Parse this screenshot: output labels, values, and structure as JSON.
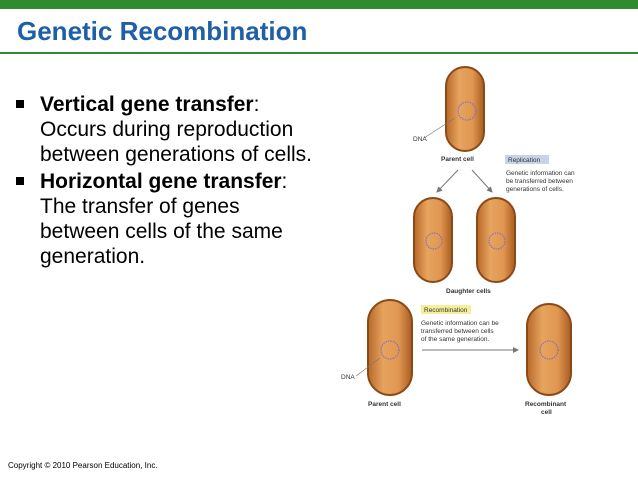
{
  "slide": {
    "title": "Genetic Recombination",
    "bullet1_bold": "Vertical gene transfer",
    "bullet1_rest": ": Occurs during reproduction between generations of cells.",
    "bullet2_bold": "Horizontal gene transfer",
    "bullet2_rest": ": The transfer of genes between cells of the same generation.",
    "footer": "Copyright © 2010 Pearson Education, Inc."
  },
  "figure": {
    "dna_label_top": "DNA",
    "parent_cell_top": "Parent cell",
    "replication_tag": "Replication",
    "replication_text_1": "Genetic information can",
    "replication_text_2": "be transferred between",
    "replication_text_3": "generations of cells.",
    "daughter_cells": "Daughter cells",
    "recombination_tag": "Recombination",
    "recombination_text_1": "Genetic information can be",
    "recombination_text_2": "transferred between cells",
    "recombination_text_3": "of the same generation.",
    "dna_label_bottom": "DNA",
    "parent_cell_bottom": "Parent cell",
    "recombinant_cell_1": "Recombinant",
    "recombinant_cell_2": "cell"
  },
  "colors": {
    "brand_green": "#2e8b2e",
    "title_blue": "#1f5fa8",
    "cell_fill": "#d98f48",
    "cell_wall": "#a45a1e",
    "replication_tag_bg": "#c7d3e6",
    "recombination_tag_bg": "#f6ef9a"
  }
}
